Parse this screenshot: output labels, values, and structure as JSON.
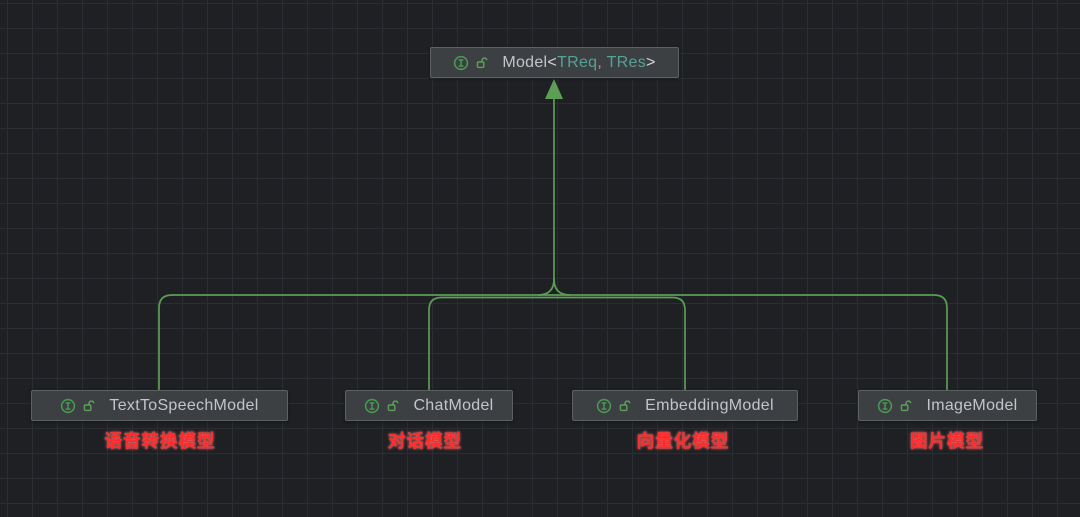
{
  "diagram": {
    "parent_node": {
      "name": "Model",
      "generic_open": "<",
      "type_params": [
        "TReq",
        "TRes"
      ],
      "separator": ", ",
      "generic_close": ">"
    },
    "child_nodes": [
      {
        "name": "TextToSpeechModel",
        "annotation": "语音转换模型"
      },
      {
        "name": "ChatModel",
        "annotation": "对话模型"
      },
      {
        "name": "EmbeddingModel",
        "annotation": "向量化模型"
      },
      {
        "name": "ImageModel",
        "annotation": "图片模型"
      }
    ],
    "icons": {
      "node_kind_badge": "interface-circled-I-icon",
      "visibility_badge": "unlocked-padlock-icon",
      "relation_arrow": "inheritance-arrow-up"
    },
    "colors": {
      "canvas_bg": "#1e2024",
      "grid_line": "#2a2d31",
      "edge_green": "#5c9e54",
      "node_bg": "#3d4043",
      "node_border": "#5e6164",
      "node_title": "#c1c5cc",
      "type_param_teal": "#56a294",
      "comma_orange": "#cf8e6d",
      "icon_green": "#499C54",
      "annotation_red": "#ff2b2b"
    }
  }
}
